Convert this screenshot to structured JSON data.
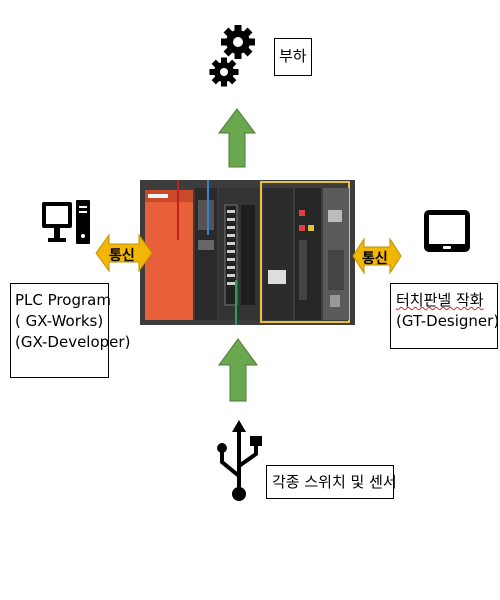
{
  "load": {
    "label": "부하"
  },
  "plc_program": {
    "lines": [
      "PLC Program",
      "( GX-Works)",
      "(GX-Developer)"
    ]
  },
  "touch_panel": {
    "lines": [
      "터치판넬 작화",
      "(GT-Designer)"
    ]
  },
  "sensors": {
    "label": "각종 스위치 및 센서"
  },
  "comm_left": {
    "label": "통신"
  },
  "comm_right": {
    "label": "통신"
  },
  "icons": {
    "load": "gears-icon",
    "pc": "desktop-computer-icon",
    "tablet": "tablet-icon",
    "usb": "usb-icon",
    "plc": "plc-rack-image"
  },
  "colors": {
    "green_arrow": "#6aa84f",
    "comm_arrow": "#f2b705",
    "plc_cpu": "#e8603a",
    "plc_frame": "#e6c23a"
  }
}
